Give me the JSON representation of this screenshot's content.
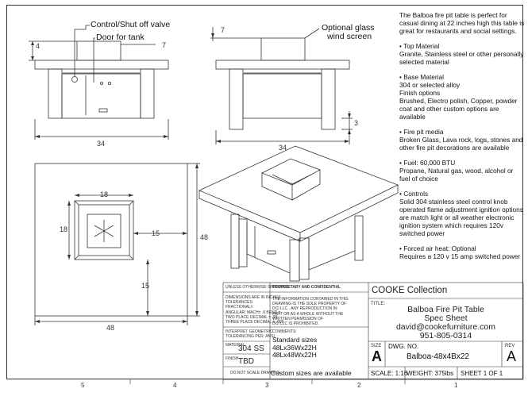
{
  "callouts": {
    "valve": "Control/Shut off valve",
    "door": "Door for tank",
    "screen_line1": "Optional glass",
    "screen_line2": "wind screen"
  },
  "dimensions": {
    "front_left_height": "4",
    "front_right_offset": "7",
    "front_width": "34",
    "side_top_offset": "7",
    "side_bottom_height": "3",
    "side_width": "34",
    "plan_inner_width": "18",
    "plan_inner_height": "18",
    "plan_right_offset": "15",
    "plan_bottom_offset": "15",
    "plan_height": "48",
    "plan_width": "48"
  },
  "notes": [
    "The Balboa fire pit table is perfect for casual dining at 22 inches high this table is great for restaurants and social settings.",
    "• Top Material\nGranite, Stainless steel or other personally selected material",
    "• Base Material\n304 or selected alloy\nFinish options\nBrushed, Electro polish, Copper, powder coat and other custom options are available",
    "• Fire pit media\nBroken Glass, Lava rock, logs, stones and other fire pit decorations are available",
    "• Fuel: 60,000 BTU\nPropane, Natural gas, wood, alcohol or fuel of choice",
    "• Controls\nSolid 304 stainless steel control knob operated flame adjustment ignition options are match light or all weather electronic ignition system which requires 120v switched power",
    "• Forced air heat: Optional\nRequires a 120 v 15 amp switched power"
  ],
  "title_block": {
    "unless": "UNLESS OTHERWISE SPECIFIED:",
    "dims_line1": "DIMENSIONS ARE IN INCHES",
    "dims_line2": "TOLERANCES:",
    "dims_line3": "FRACTIONAL±",
    "dims_line4": "ANGULAR: MACH± .0 BEND ±",
    "dims_line5": "TWO PLACE DECIMAL    ± .05",
    "dims_line6": "THREE PLACE DECIMAL  ± .005",
    "interpret_line1": "INTERPRET GEOMETRIC",
    "interpret_line2": "TOLERANCING PER: ANSI",
    "material_label": "MATERIAL",
    "material_value": "304 SS",
    "finish_label": "FINISH",
    "finish_value": "TBD",
    "do_not_scale": "DO NOT SCALE DRAWING",
    "proprietary_title": "PROPRIETARY AND CONFIDENTIAL",
    "proprietary_line1": "THE INFORMATION CONTAINED IN THIS",
    "proprietary_line2": "DRAWING IS THE SOLE PROPERTY OF",
    "proprietary_line3": "DCI LLC . ANY REPRODUCTION IN",
    "proprietary_line4": "PART OR AS A WHOLE WITHOUT THE",
    "proprietary_line5": "WRITTEN PERMISSION OF",
    "proprietary_line6": "DCI LLC IS PROHIBITED.",
    "comments_label": "COMMENTS:",
    "standard_sizes": "Standard sizes",
    "size_1": "48Lx36Wx22H",
    "size_2": "48Lx48Wx22H",
    "custom_sizes": "Custom sizes are available",
    "collection": "COOKE Collection",
    "title_label": "TITLE:",
    "title_line1": "Balboa Fire Pit Table",
    "title_line2": "Spec Sheet",
    "title_line3": "david@cookefurniture.com",
    "title_line4": "951-805-0314",
    "size_label": "SIZE",
    "size_value": "A",
    "dwg_label": "DWG.  NO.",
    "dwg_value": "Balboa-48x4Bx22",
    "rev_label": "REV",
    "rev_value": "A",
    "scale": "SCALE: 1:16",
    "weight": "WEIGHT: 375lbs",
    "sheet": "SHEET 1 OF 1"
  },
  "zones": [
    "5",
    "4",
    "3",
    "2",
    "1"
  ]
}
